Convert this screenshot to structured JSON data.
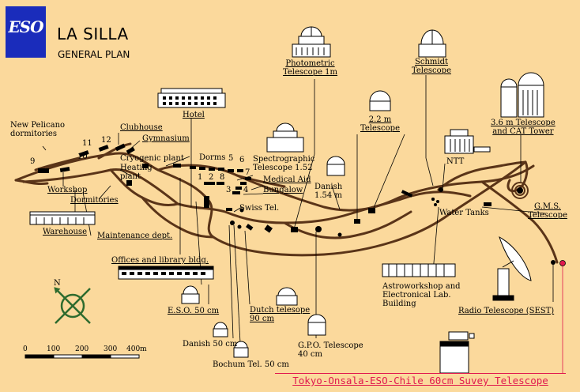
{
  "header": {
    "title": "LA SILLA",
    "subtitle": "GENERAL PLAN",
    "logo_text": "ESO"
  },
  "labels": {
    "new_pelicano": "New Pelicano\ndormitories",
    "clubhouse": "Clubhouse",
    "gymnasium": "Gymnasium",
    "hotel": "Hotel",
    "cryogenic": "Cryogenic plant",
    "heating": "Heating\nplant",
    "dorms": "Dorms",
    "workshop": "Workshop",
    "dormitories": "Dormitories",
    "warehouse": "Warehouse",
    "maintenance": "Maintenance dept.",
    "offices": "Offices and library bldg.",
    "eso50": "E.S.O. 50 cm",
    "danish50": "Danish 50 cm",
    "bochum": "Bochum Tel. 50 cm",
    "dutch": "Dutch telesope\n90 cm",
    "gpo": "G.P.O. Telescope\n40 cm",
    "swiss": "Swiss Tel.",
    "medical": "Medical Aid",
    "bungalow": "Bungalow",
    "spectrographic": "Spectrographic\nTelescope 1.52",
    "photometric": "Photometric\nTelescope 1m",
    "danish154": "Danish\n1.54 m",
    "t22": "2.2 m\nTelescope",
    "schmidt": "Schmidt\nTelescope",
    "t36": "3.6 m Telescope\nand CAT Tower",
    "ntt": "NTT",
    "water_tanks": "Water Tanks",
    "gms": "G.M.S.\nTelescope",
    "astroworkshop": "Astroworkshop and\nElectronical Lab.\nBuilding",
    "radio": "Radio Telescope (SEST)",
    "north": "N"
  },
  "dorm_numbers": [
    "9",
    "10",
    "11",
    "12",
    "1",
    "2",
    "3",
    "4",
    "5",
    "6",
    "7",
    "8"
  ],
  "scale": {
    "ticks": [
      "0",
      "100",
      "200",
      "300",
      "400m"
    ]
  },
  "footer": {
    "text": "Tokyo-Onsala-ESO-Chile 60cm Suvey Telescope"
  },
  "colors": {
    "background": "#fbd99c",
    "logo_blue": "#1a2cbb",
    "accent_red": "#e0184e",
    "road": "#5a3418",
    "compass_green": "#2e6b2e"
  }
}
